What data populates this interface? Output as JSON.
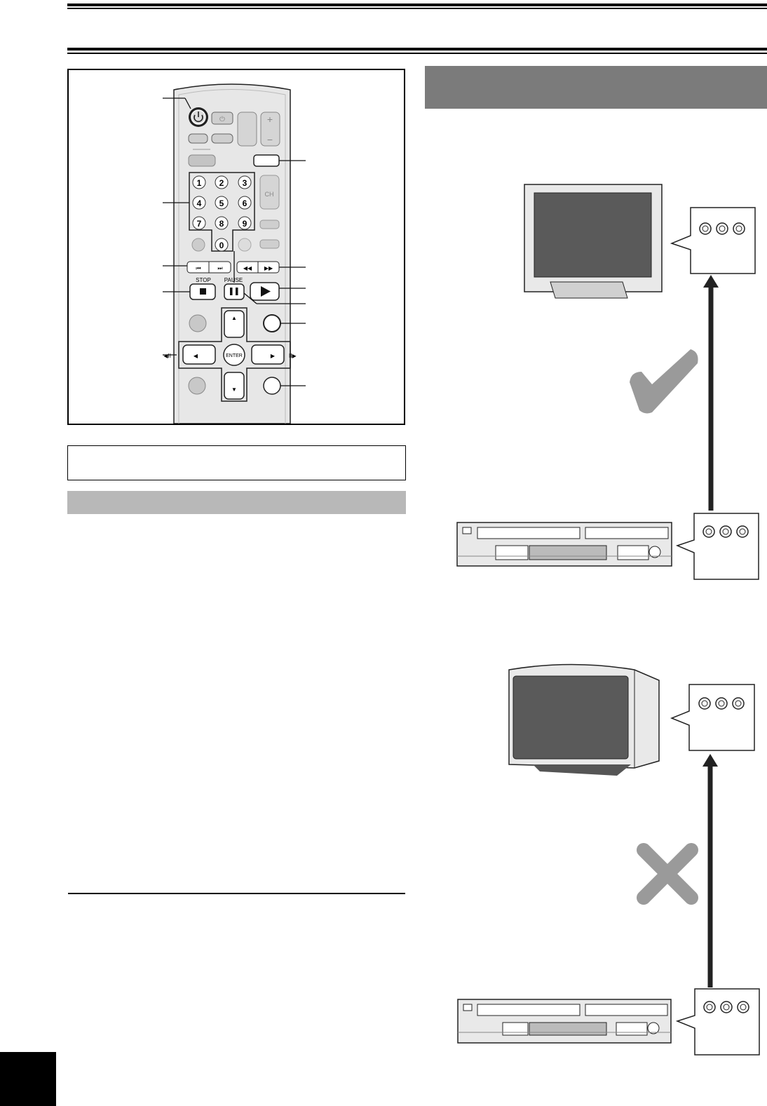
{
  "remote": {
    "digits": [
      "1",
      "2",
      "3",
      "4",
      "5",
      "6",
      "7",
      "8",
      "9",
      "0"
    ],
    "stop_label": "STOP",
    "pause_label": "PAUSE",
    "enter_label": "ENTER",
    "ch_label": "CH"
  },
  "colors": {
    "header_gray": "#7b7b7b",
    "bar_gray": "#b8b8b8",
    "mark_gray": "#9a9a9a",
    "screen_gray": "#5a5a5a"
  },
  "icons": {
    "correct": "check-mark-icon",
    "incorrect": "cross-mark-icon"
  }
}
